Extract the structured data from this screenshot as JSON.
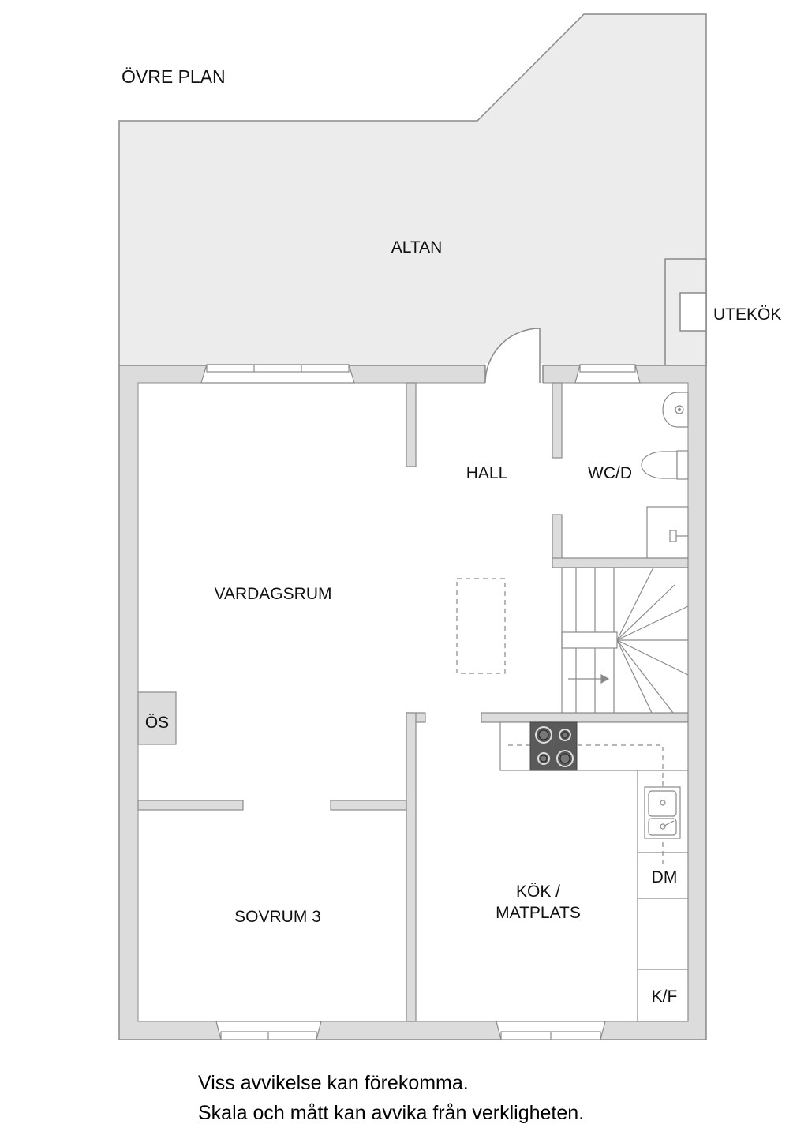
{
  "plan": {
    "title": "ÖVRE PLAN",
    "rooms": {
      "altan": "ALTAN",
      "utekok": "UTEKÖK",
      "hall": "HALL",
      "wc_d": "WC/D",
      "vardagsrum": "VARDAGSRUM",
      "os": "ÖS",
      "sovrum3": "SOVRUM 3",
      "kok_line1": "KÖK /",
      "kok_line2": "MATPLATS",
      "dm": "DM",
      "kf": "K/F"
    },
    "disclaimer": {
      "line1": "Viss avvikelse kan förekomma.",
      "line2": "Skala och mått kan avvika från verkligheten."
    }
  },
  "colors": {
    "wall": "#dcdcdc",
    "wall_stroke": "#8a8a8a",
    "terrace": "#ececec",
    "fixture": "#8a8a8a",
    "hob": "#5a5a5a"
  }
}
